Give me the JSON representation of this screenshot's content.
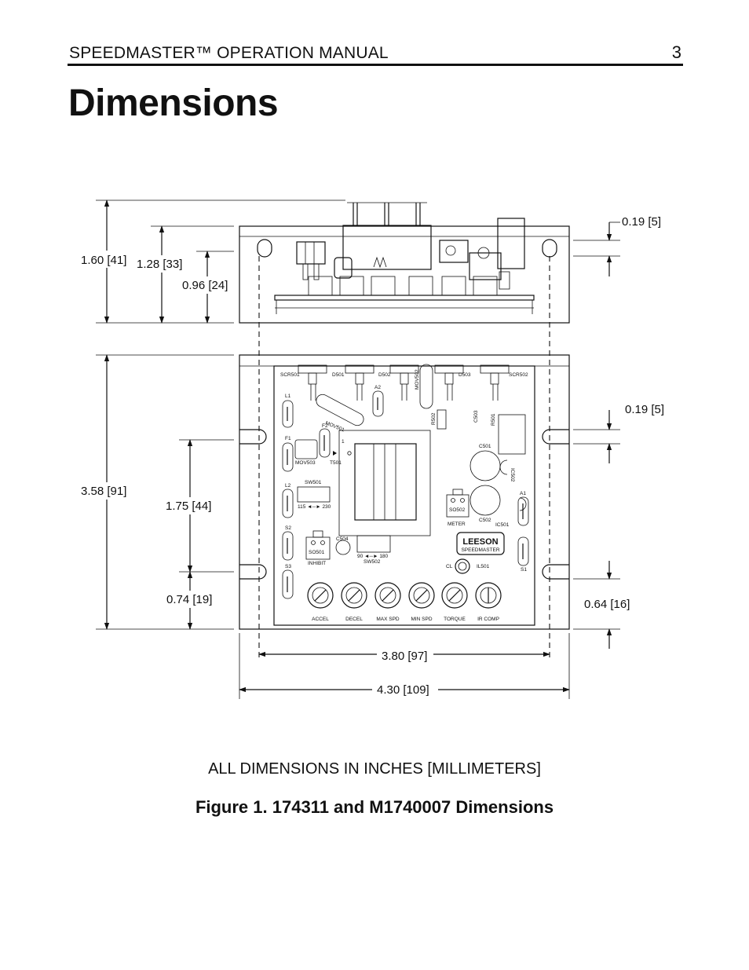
{
  "header": {
    "manual_title": "SPEEDMASTER™ OPERATION MANUAL",
    "page_number": "3"
  },
  "page_title": "Dimensions",
  "dimensions": {
    "d_1_60": "1.60 [41]",
    "d_1_28": "1.28 [33]",
    "d_0_96": "0.96 [24]",
    "d_0_19_top": "0.19 [5]",
    "d_0_19_side": "0.19 [5]",
    "d_3_58": "3.58 [91]",
    "d_1_75": "1.75 [44]",
    "d_0_74": "0.74 [19]",
    "d_0_64": "0.64 [16]",
    "d_3_80": "3.80 [97]",
    "d_4_30": "4.30 [109]"
  },
  "board_labels": {
    "scr501": "SCR501",
    "d501": "D501",
    "d502": "D502",
    "mov502": "MOV502",
    "d503": "D503",
    "scr502": "SCR502",
    "a2": "A2",
    "r502": "R502",
    "c503": "C503",
    "r501": "R501",
    "l1": "L1",
    "mov501": "MOV501",
    "f2": "F2",
    "one": "1",
    "f1": "F1",
    "mov503": "MOV503",
    "t501": "T501",
    "c501": "C501",
    "ic502": "IC502",
    "l2": "L2",
    "sw501": "SW501",
    "sw501_sel": "115 ◄─► 230",
    "so502": "SO502",
    "meter": "METER",
    "a1": "A1",
    "c502": "C502",
    "ic501": "IC501",
    "s2": "S2",
    "c504": "C504",
    "so501": "SO501",
    "inhibit": "INHIBIT",
    "sw502_sel": "90 ◄─► 180",
    "sw502": "SW502",
    "brand": "LEESON",
    "brand_sub": "SPEEDMASTER",
    "s3": "S3",
    "cl": "CL",
    "il501": "IL501",
    "s1": "S1",
    "pot_accel": "ACCEL",
    "pot_decel": "DECEL",
    "pot_maxspd": "MAX SPD",
    "pot_minspd": "MIN SPD",
    "pot_torque": "TORQUE",
    "pot_ircomp": "IR COMP"
  },
  "units_note": "ALL DIMENSIONS IN INCHES [MILLIMETERS]",
  "figure_caption": "Figure 1.  174311 and M1740007 Dimensions"
}
